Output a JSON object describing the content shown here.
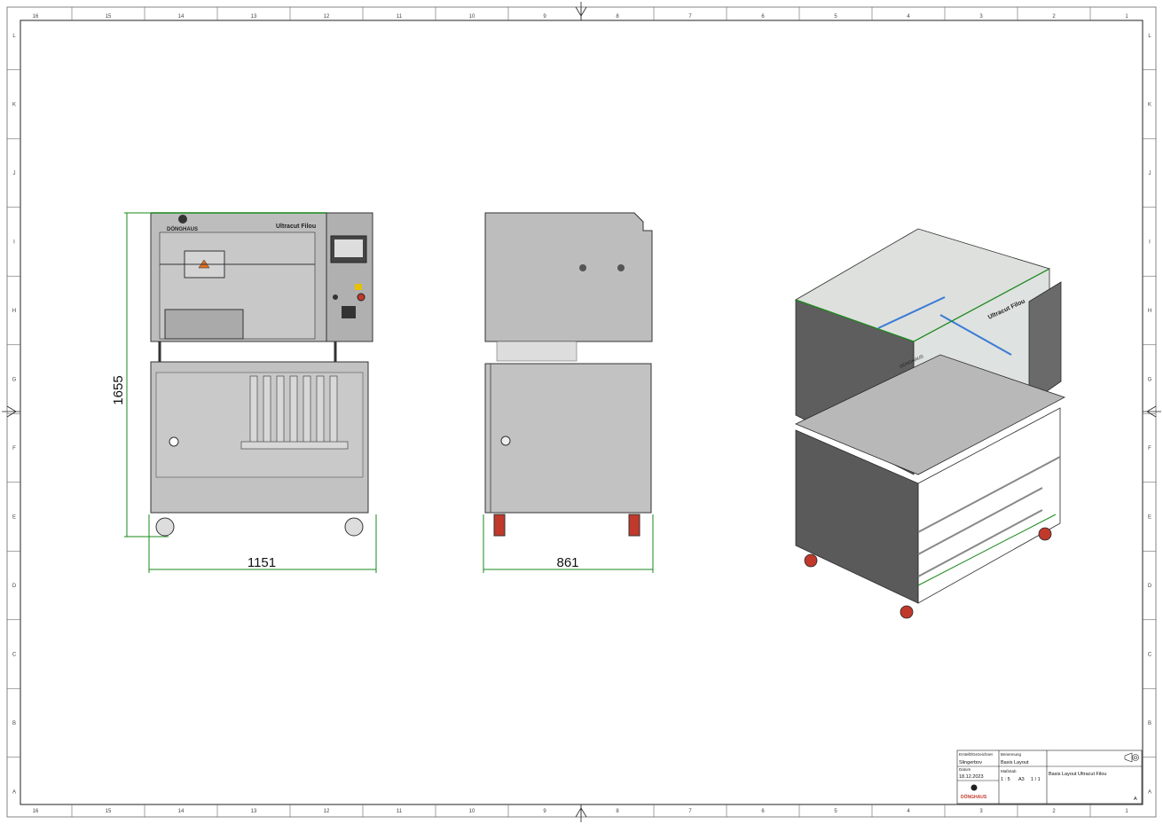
{
  "sheet": {
    "column_labels": [
      "16",
      "15",
      "14",
      "13",
      "12",
      "11",
      "10",
      "9",
      "8",
      "7",
      "6",
      "5",
      "4",
      "3",
      "2",
      "1"
    ],
    "row_labels": [
      "L",
      "K",
      "J",
      "I",
      "H",
      "G",
      "F",
      "E",
      "D",
      "C",
      "B",
      "A"
    ]
  },
  "views": {
    "front": {
      "brand": "DÖNGHAUS",
      "product": "Ultracut Filou",
      "height_dim": "1655",
      "width_dim": "1151"
    },
    "side": {
      "depth_dim": "861"
    },
    "iso": {
      "brand": "DÖNGHAUS",
      "product": "Ultracut Filou"
    }
  },
  "title_block": {
    "drawn_by_label": "Erstellt/Gezeichnet",
    "drawn_by": "Slingerbov",
    "date_label": "Datum",
    "date": "18.12.2023",
    "type_label": "Benennung",
    "type": "Basis Layout",
    "scale_label": "Maßstab",
    "scale": "1 : 5",
    "format": "A3",
    "sheet": "1 / 1",
    "title": "Basis Layout Ultracut Filou",
    "logo_text": "DÖNGHAUS",
    "sheet_row": "A"
  },
  "colors": {
    "dimension": "#1a8a1a",
    "machine": "#b4b4b4",
    "machine_dark": "#6e6e6e",
    "wheel": "#c0392b",
    "accent_blue": "#3a7bd5"
  }
}
